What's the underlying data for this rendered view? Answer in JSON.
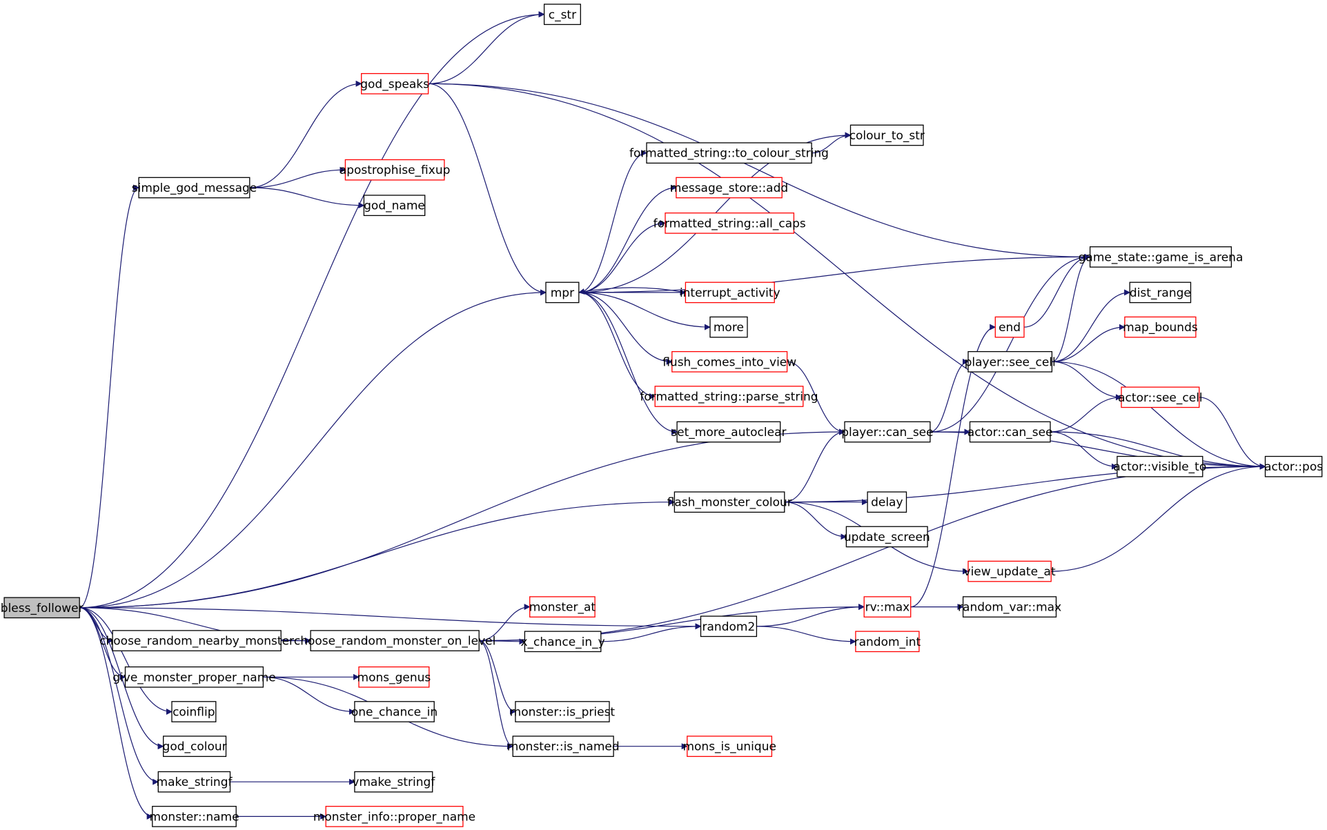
{
  "colors": {
    "edge": "#191970",
    "plain_border": "#000000",
    "truncated_border": "#ff0000",
    "root_fill": "#bfbfbf",
    "node_fill": "#ffffff"
  },
  "nodes": [
    {
      "id": "bless_follower",
      "label": "bless_follower",
      "style": "root"
    },
    {
      "id": "c_str",
      "label": "c_str",
      "style": "plain"
    },
    {
      "id": "god_speaks",
      "label": "god_speaks",
      "style": "truncated"
    },
    {
      "id": "simple_god_message",
      "label": "simple_god_message",
      "style": "plain"
    },
    {
      "id": "apostrophise_fixup",
      "label": "apostrophise_fixup",
      "style": "truncated"
    },
    {
      "id": "god_name",
      "label": "god_name",
      "style": "plain"
    },
    {
      "id": "mpr",
      "label": "mpr",
      "style": "plain"
    },
    {
      "id": "formatted_string_to_colour_string",
      "label": "formatted_string::to_colour_string",
      "style": "plain"
    },
    {
      "id": "colour_to_str",
      "label": "colour_to_str",
      "style": "plain"
    },
    {
      "id": "message_store_add",
      "label": "message_store::add",
      "style": "truncated"
    },
    {
      "id": "formatted_string_all_caps",
      "label": "formatted_string::all_caps",
      "style": "truncated"
    },
    {
      "id": "game_state_game_is_arena",
      "label": "game_state::game_is_arena",
      "style": "plain"
    },
    {
      "id": "interrupt_activity",
      "label": "interrupt_activity",
      "style": "truncated"
    },
    {
      "id": "more",
      "label": "more",
      "style": "plain"
    },
    {
      "id": "dist_range",
      "label": "dist_range",
      "style": "plain"
    },
    {
      "id": "end",
      "label": "end",
      "style": "truncated"
    },
    {
      "id": "map_bounds",
      "label": "map_bounds",
      "style": "truncated"
    },
    {
      "id": "flush_comes_into_view",
      "label": "flush_comes_into_view",
      "style": "truncated"
    },
    {
      "id": "player_see_cell",
      "label": "player::see_cell",
      "style": "plain"
    },
    {
      "id": "formatted_string_parse_string",
      "label": "formatted_string::parse_string",
      "style": "truncated"
    },
    {
      "id": "actor_see_cell",
      "label": "actor::see_cell",
      "style": "truncated"
    },
    {
      "id": "set_more_autoclear",
      "label": "set_more_autoclear",
      "style": "plain"
    },
    {
      "id": "player_can_see",
      "label": "player::can_see",
      "style": "plain"
    },
    {
      "id": "actor_can_see",
      "label": "actor::can_see",
      "style": "plain"
    },
    {
      "id": "actor_visible_to",
      "label": "actor::visible_to",
      "style": "plain"
    },
    {
      "id": "actor_pos",
      "label": "actor::pos",
      "style": "plain"
    },
    {
      "id": "flash_monster_colour",
      "label": "flash_monster_colour",
      "style": "plain"
    },
    {
      "id": "delay",
      "label": "delay",
      "style": "plain"
    },
    {
      "id": "update_screen",
      "label": "update_screen",
      "style": "plain"
    },
    {
      "id": "view_update_at",
      "label": "view_update_at",
      "style": "truncated"
    },
    {
      "id": "monster_at",
      "label": "monster_at",
      "style": "truncated"
    },
    {
      "id": "random2",
      "label": "random2",
      "style": "plain"
    },
    {
      "id": "rv_max",
      "label": "rv::max",
      "style": "truncated"
    },
    {
      "id": "random_var_max",
      "label": "random_var::max",
      "style": "plain"
    },
    {
      "id": "choose_random_nearby_monster",
      "label": "choose_random_nearby_monster",
      "style": "plain"
    },
    {
      "id": "choose_random_monster_on_level",
      "label": "choose_random_monster_on_level",
      "style": "plain"
    },
    {
      "id": "x_chance_in_y",
      "label": "x_chance_in_y",
      "style": "plain"
    },
    {
      "id": "random_int",
      "label": "random_int",
      "style": "truncated"
    },
    {
      "id": "give_monster_proper_name",
      "label": "give_monster_proper_name",
      "style": "plain"
    },
    {
      "id": "mons_genus",
      "label": "mons_genus",
      "style": "truncated"
    },
    {
      "id": "one_chance_in",
      "label": "one_chance_in",
      "style": "plain"
    },
    {
      "id": "monster_is_priest",
      "label": "monster::is_priest",
      "style": "plain"
    },
    {
      "id": "coinflip",
      "label": "coinflip",
      "style": "plain"
    },
    {
      "id": "monster_is_named",
      "label": "monster::is_named",
      "style": "plain"
    },
    {
      "id": "mons_is_unique",
      "label": "mons_is_unique",
      "style": "truncated"
    },
    {
      "id": "god_colour",
      "label": "god_colour",
      "style": "plain"
    },
    {
      "id": "make_stringf",
      "label": "make_stringf",
      "style": "plain"
    },
    {
      "id": "vmake_stringf",
      "label": "vmake_stringf",
      "style": "plain"
    },
    {
      "id": "monster_name",
      "label": "monster::name",
      "style": "plain"
    },
    {
      "id": "monster_info_proper_name",
      "label": "monster_info::proper_name",
      "style": "truncated"
    }
  ],
  "edges": [
    [
      "bless_follower",
      "c_str"
    ],
    [
      "bless_follower",
      "simple_god_message"
    ],
    [
      "bless_follower",
      "mpr"
    ],
    [
      "bless_follower",
      "player_can_see"
    ],
    [
      "bless_follower",
      "flash_monster_colour"
    ],
    [
      "bless_follower",
      "random2"
    ],
    [
      "bless_follower",
      "choose_random_monster_on_level"
    ],
    [
      "bless_follower",
      "choose_random_nearby_monster"
    ],
    [
      "bless_follower",
      "give_monster_proper_name"
    ],
    [
      "bless_follower",
      "coinflip"
    ],
    [
      "bless_follower",
      "god_colour"
    ],
    [
      "bless_follower",
      "make_stringf"
    ],
    [
      "bless_follower",
      "monster_name"
    ],
    [
      "simple_god_message",
      "god_speaks"
    ],
    [
      "simple_god_message",
      "apostrophise_fixup"
    ],
    [
      "simple_god_message",
      "god_name"
    ],
    [
      "god_speaks",
      "c_str"
    ],
    [
      "god_speaks",
      "actor_pos"
    ],
    [
      "god_speaks",
      "game_state_game_is_arena"
    ],
    [
      "god_speaks",
      "mpr"
    ],
    [
      "mpr",
      "formatted_string_to_colour_string"
    ],
    [
      "mpr",
      "colour_to_str"
    ],
    [
      "mpr",
      "message_store_add"
    ],
    [
      "mpr",
      "formatted_string_all_caps"
    ],
    [
      "mpr",
      "game_state_game_is_arena"
    ],
    [
      "mpr",
      "interrupt_activity"
    ],
    [
      "mpr",
      "more"
    ],
    [
      "mpr",
      "flush_comes_into_view"
    ],
    [
      "mpr",
      "formatted_string_parse_string"
    ],
    [
      "mpr",
      "set_more_autoclear"
    ],
    [
      "interrupt_activity",
      "mpr"
    ],
    [
      "formatted_string_to_colour_string",
      "colour_to_str"
    ],
    [
      "flush_comes_into_view",
      "player_can_see"
    ],
    [
      "player_can_see",
      "game_state_game_is_arena"
    ],
    [
      "player_can_see",
      "player_see_cell"
    ],
    [
      "player_can_see",
      "actor_can_see"
    ],
    [
      "player_can_see",
      "actor_pos"
    ],
    [
      "player_see_cell",
      "game_state_game_is_arena"
    ],
    [
      "player_see_cell",
      "dist_range"
    ],
    [
      "player_see_cell",
      "map_bounds"
    ],
    [
      "player_see_cell",
      "actor_see_cell"
    ],
    [
      "player_see_cell",
      "actor_pos"
    ],
    [
      "end",
      "game_state_game_is_arena"
    ],
    [
      "actor_can_see",
      "actor_see_cell"
    ],
    [
      "actor_can_see",
      "actor_visible_to"
    ],
    [
      "actor_can_see",
      "actor_pos"
    ],
    [
      "actor_see_cell",
      "actor_pos"
    ],
    [
      "flash_monster_colour",
      "player_can_see"
    ],
    [
      "flash_monster_colour",
      "actor_pos"
    ],
    [
      "flash_monster_colour",
      "delay"
    ],
    [
      "flash_monster_colour",
      "update_screen"
    ],
    [
      "flash_monster_colour",
      "view_update_at"
    ],
    [
      "view_update_at",
      "actor_pos"
    ],
    [
      "random2",
      "rv_max"
    ],
    [
      "random2",
      "random_int"
    ],
    [
      "rv_max",
      "end"
    ],
    [
      "rv_max",
      "random_var_max"
    ],
    [
      "choose_random_nearby_monster",
      "choose_random_monster_on_level"
    ],
    [
      "choose_random_monster_on_level",
      "monster_at"
    ],
    [
      "choose_random_monster_on_level",
      "x_chance_in_y"
    ],
    [
      "choose_random_monster_on_level",
      "rv_max"
    ],
    [
      "choose_random_monster_on_level",
      "actor_pos"
    ],
    [
      "choose_random_monster_on_level",
      "monster_is_priest"
    ],
    [
      "choose_random_monster_on_level",
      "monster_is_named"
    ],
    [
      "x_chance_in_y",
      "random2"
    ],
    [
      "give_monster_proper_name",
      "mons_genus"
    ],
    [
      "give_monster_proper_name",
      "one_chance_in"
    ],
    [
      "give_monster_proper_name",
      "monster_is_named"
    ],
    [
      "monster_is_named",
      "mons_is_unique"
    ],
    [
      "make_stringf",
      "vmake_stringf"
    ],
    [
      "monster_name",
      "monster_info_proper_name"
    ]
  ]
}
